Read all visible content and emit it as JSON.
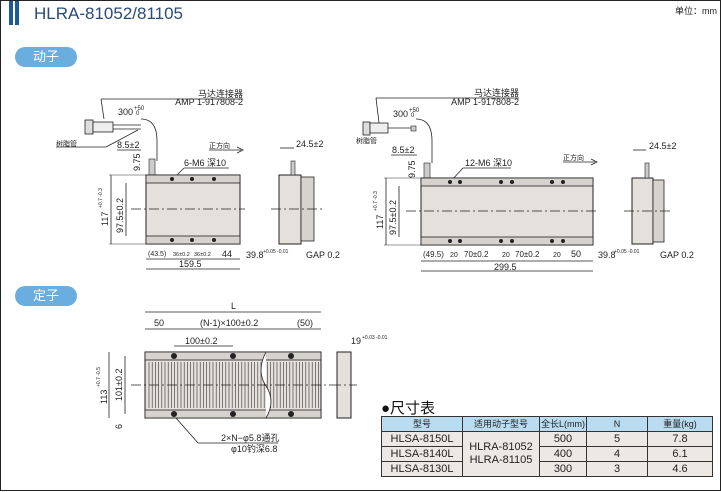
{
  "header": {
    "title": "HLRA-81052/81105",
    "unit": "单位：mm",
    "accent": "#1d5a9a"
  },
  "sections": {
    "mover": "动子",
    "stator": "定子"
  },
  "mover_left": {
    "connector_label": "马达连接器",
    "connector_part": "AMP   1-917808-2",
    "cable_len": "300",
    "cable_tol_plus": "+50",
    "cable_tol_minus": "0",
    "tube_label": "树脂管",
    "d85": "8.5±2",
    "d975": "9.75",
    "holes": "6-M6 深10",
    "direction": "正方向",
    "side_width": "24.5±2",
    "height": "117",
    "height_tol": "+0.7 -0.3",
    "inner": "97.5±0.2",
    "pitch": [
      "(43.5)",
      "36±0.2",
      "36±0.2",
      "44"
    ],
    "length": "159.5",
    "depth": "39.8",
    "depth_tol": "+0.05 -0.01",
    "gap": "GAP 0.2"
  },
  "mover_right": {
    "connector_label": "马达连接器",
    "connector_part": "AMP   1-917808-2",
    "cable_len": "300",
    "cable_tol_plus": "+50",
    "cable_tol_minus": "0",
    "tube_label": "树脂管",
    "d85": "8.5±2",
    "d975": "9.75",
    "holes": "12-M6 深10",
    "direction": "正方向",
    "side_width": "24.5±2",
    "height": "117",
    "height_tol": "+0.7 -0.3",
    "inner": "97.5±0.2",
    "pitch": [
      "(49.5)",
      "20",
      "70±0.2",
      "20",
      "70±0.2",
      "20",
      "50"
    ],
    "length": "299.5",
    "depth": "39.8",
    "depth_tol": "+0.05 -0.01",
    "gap": "GAP 0.2"
  },
  "stator": {
    "L": "L",
    "d50": "50",
    "pitch": "(N-1)×100±0.2",
    "d50b": "(50)",
    "d100": "100±0.2",
    "height": "113",
    "height_tol": "+0.7 -0.5",
    "inner": "101±0.2",
    "d6": "6",
    "side": "19",
    "side_tol": "+0.03 -0.01",
    "hole_note1": "2×N−φ5.8通孔",
    "hole_note2": "φ10钓深6.8"
  },
  "table": {
    "title": "●尺寸表",
    "headers": [
      "型号",
      "适用动子型号",
      "全长L(mm)",
      "N",
      "重量(kg)"
    ],
    "rows": [
      {
        "model": "HLSA-8150L",
        "length": "500",
        "n": "5",
        "weight": "7.8"
      },
      {
        "model": "HLSA-8140L",
        "length": "400",
        "n": "4",
        "weight": "6.1"
      },
      {
        "model": "HLSA-8130L",
        "length": "300",
        "n": "3",
        "weight": "4.6"
      }
    ],
    "movers": [
      "HLRA-81052",
      "HLRA-81105"
    ]
  }
}
